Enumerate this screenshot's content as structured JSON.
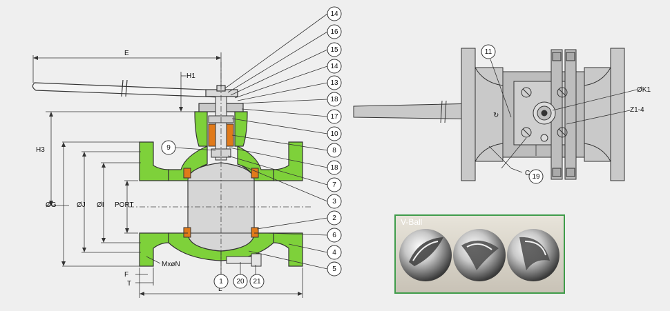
{
  "dimensions": {
    "E": "E",
    "H1": "H1",
    "H3": "H3",
    "G": "ØG",
    "J": "ØJ",
    "I": "ØI",
    "port": "PORT",
    "M": "MxøN",
    "F": "F",
    "T": "T",
    "L": "L",
    "K1": "ØK1",
    "Z": "Z1-4",
    "C": "C"
  },
  "callouts_right": [
    "14",
    "16",
    "15",
    "14",
    "13",
    "18",
    "17",
    "10",
    "8",
    "18",
    "7",
    "3",
    "2",
    "6",
    "4",
    "5"
  ],
  "callouts_left": [
    "9"
  ],
  "callouts_bottom": [
    "1",
    "20",
    "21"
  ],
  "callouts_topview": [
    "11",
    "19"
  ],
  "vball": {
    "label": "V-Ball",
    "frame_color": "#3f9c4a"
  },
  "colors": {
    "body_green": "#7ed13a",
    "seat_orange": "#e07a1a",
    "metal_gray": "#c9c9c9",
    "outline": "#333333"
  }
}
